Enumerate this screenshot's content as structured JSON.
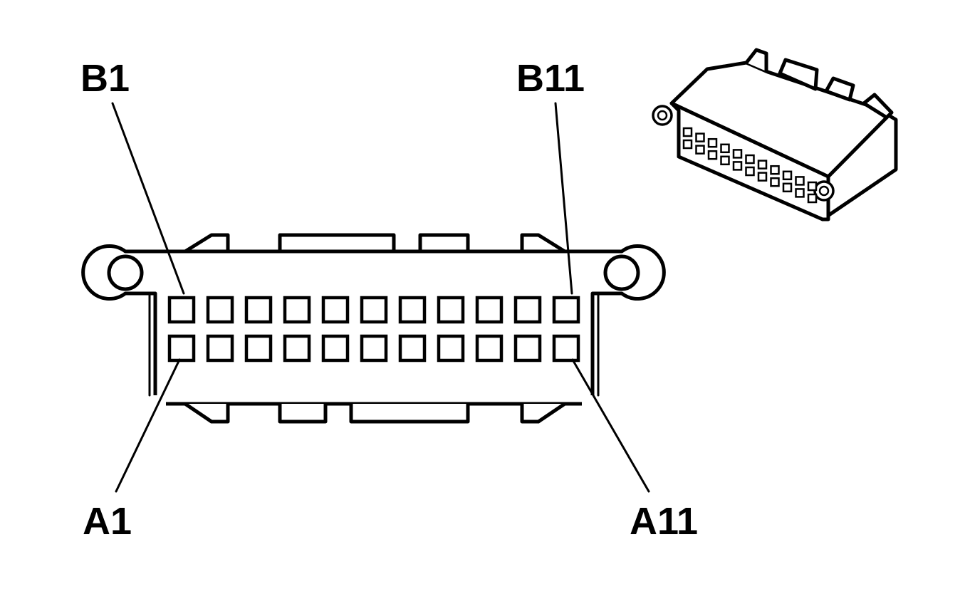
{
  "labels": {
    "b1": "B1",
    "b11": "B11",
    "a1": "A1",
    "a11": "A11"
  },
  "connector": {
    "rows": [
      "B",
      "A"
    ],
    "pins_per_row": 11
  }
}
